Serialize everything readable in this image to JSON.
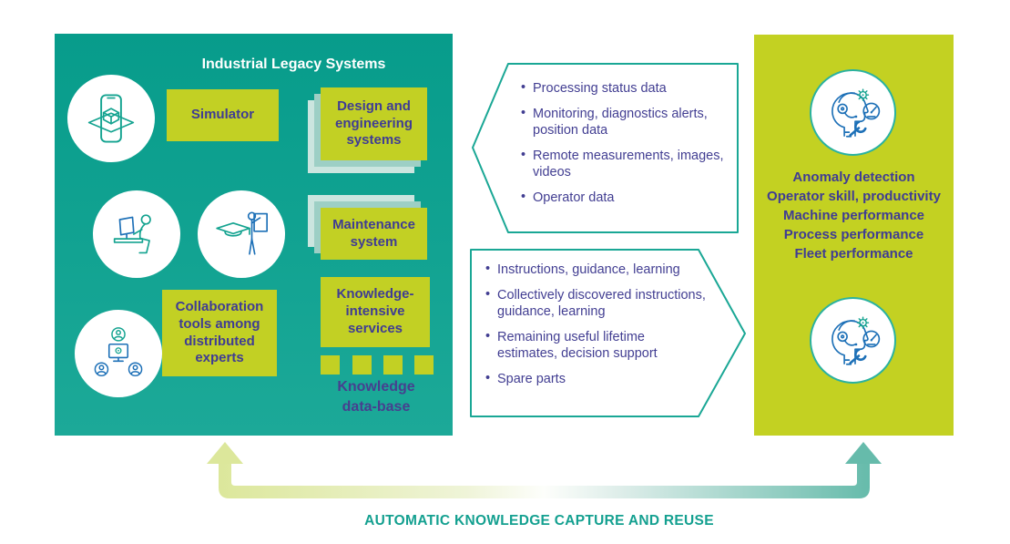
{
  "diagram": {
    "left_panel": {
      "title": "Industrial Legacy Systems",
      "simulator_label": "Simulator",
      "design_label": "Design and engineering systems",
      "maintenance_label": "Maintenance system",
      "knowledge_services_label": "Knowledge-intensive services",
      "collaboration_label": "Collaboration tools among distributed experts",
      "database_label": "Knowledge data-base",
      "icons": [
        "ar-phone-icon",
        "workstation-icon",
        "training-icon",
        "collaboration-icon"
      ]
    },
    "flow_top": {
      "direction": "points-left",
      "items": [
        "Processing status data",
        "Monitoring, diagnostics alerts, position data",
        "Remote measurements, images, videos",
        "Operator data"
      ]
    },
    "flow_bottom": {
      "direction": "points-right",
      "items": [
        "Instructions, guidance, learning",
        "Collectively discovered instructions, guidance, learning",
        "Remaining useful lifetime estimates, decision support",
        "Spare parts"
      ]
    },
    "right_panel": {
      "icons": [
        "operator-analytics-icon",
        "operator-analytics-icon"
      ],
      "lines": [
        "Anomaly detection",
        "Operator skill, productivity",
        "Machine performance",
        "Process performance",
        "Fleet performance"
      ]
    },
    "footer_caption": "AUTOMATIC KNOWLEDGE CAPTURE AND REUSE",
    "colors": {
      "teal_panel": "#0CA291",
      "lime_panel": "#C3D122",
      "lime_box": "#C2D024",
      "dark_purple_text": "#3F3C94",
      "teal_accent": "#14A390",
      "blue_accent": "#1D70B7",
      "chevron_outline": "#1AA795",
      "arrow_left_pale": "#DCE79B",
      "arrow_right_teal": "#66BBAB",
      "caption_teal": "#14A090"
    }
  }
}
